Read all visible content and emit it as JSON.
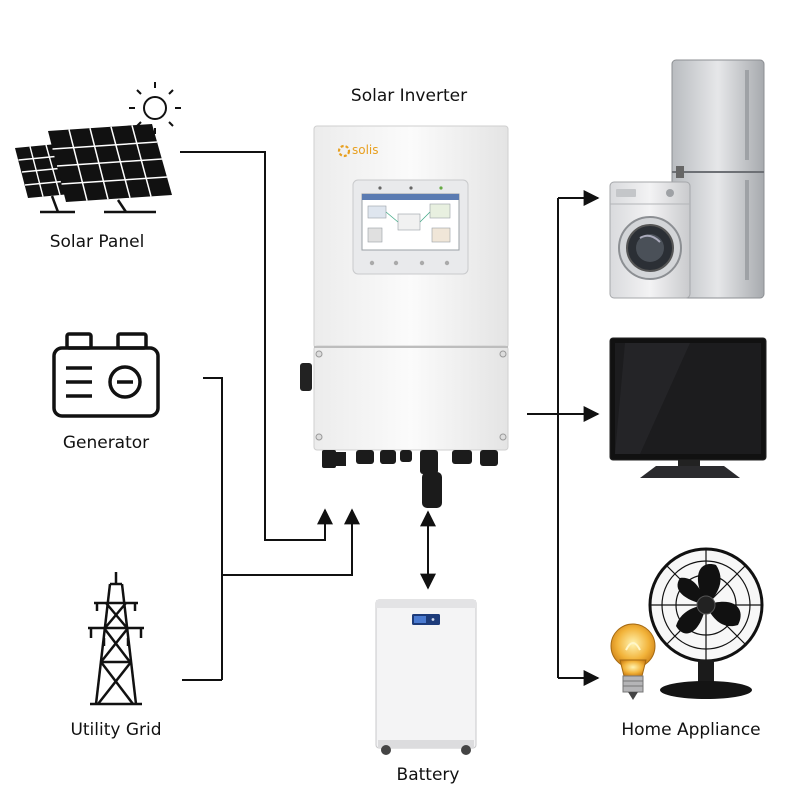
{
  "diagram": {
    "title": "Solar Inverter",
    "inverter_brand": "solis",
    "sources": {
      "solar_panel": "Solar Panel",
      "generator": "Generator",
      "utility_grid": "Utility Grid"
    },
    "storage": {
      "battery": "Battery"
    },
    "loads": {
      "home_appliance": "Home Appliance"
    },
    "icons": {
      "sun": "sun-icon",
      "solar_panel": "solar-panel-icon",
      "generator": "generator-icon",
      "utility_grid": "transmission-tower-icon",
      "battery": "battery-cabinet-icon",
      "refrigerator": "refrigerator-icon",
      "washing_machine": "washing-machine-icon",
      "television": "television-icon",
      "light_bulb": "light-bulb-icon",
      "fan": "fan-icon"
    },
    "colors": {
      "line": "#111111",
      "accent": "#e8a020",
      "inverter_body": "#f6f6f6"
    }
  }
}
